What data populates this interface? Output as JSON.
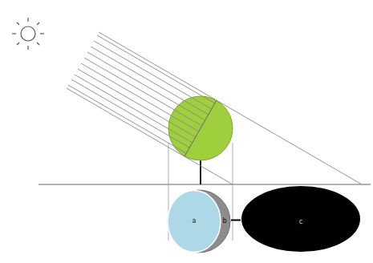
{
  "diagram": {
    "nodes": [
      {
        "text": [
          "a",
          "b"
        ]
      },
      {
        "text": [
          "c"
        ]
      }
    ],
    "edges": [
      {
        "from": 0,
        "to": 1,
        "arrow": "none"
      }
    ]
  }
}
